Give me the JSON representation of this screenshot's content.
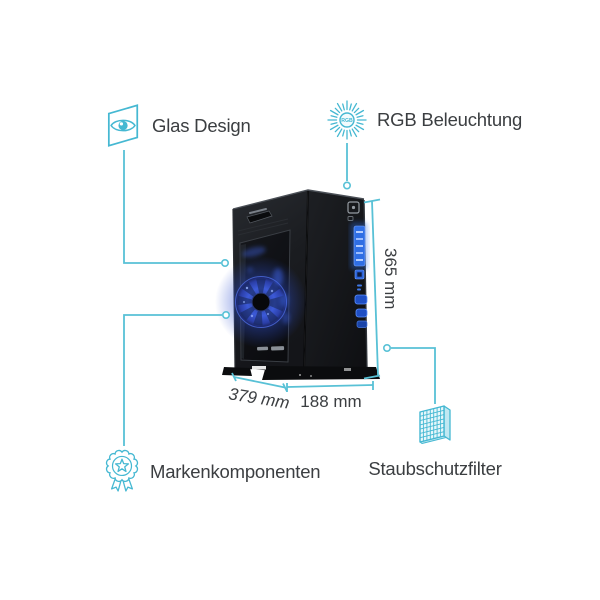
{
  "colors": {
    "accent": "#58c1d6",
    "label_text": "#3b3e41",
    "led_blue": "#2f6ee4",
    "fan_glow": "#3557e0",
    "case_dark": "#17181c"
  },
  "features": [
    {
      "label": "Glas Design",
      "icon": "glass-pane-eye-icon"
    },
    {
      "label": "RGB Beleuchtung",
      "icon": "rgb-sunburst-icon"
    },
    {
      "label": "Markenkomponenten",
      "icon": "award-badge-icon"
    },
    {
      "label": "Staubschutzfilter",
      "icon": "dust-filter-icon"
    }
  ],
  "dimensions": {
    "height": "365 mm",
    "depth": "379 mm",
    "width": "188 mm"
  },
  "icons": {
    "rgb_badge_text": "RGB"
  }
}
